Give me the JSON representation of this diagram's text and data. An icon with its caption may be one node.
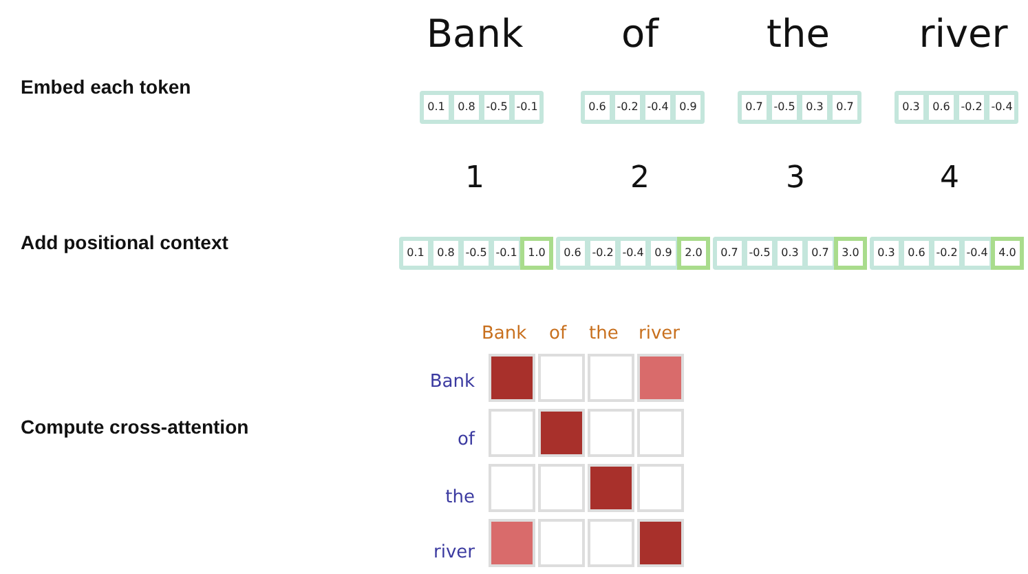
{
  "diagram": {
    "labels": [
      "Bank",
      "of",
      "the",
      "river",
      "Embed each token",
      "0.1",
      "0.8",
      "-0.5",
      "-0.1",
      "0.6",
      "-0.2",
      "-0.4",
      "0.9",
      "0.7",
      "-0.5",
      "0.3",
      "0.7",
      "0.3",
      "0.6",
      "-0.2",
      "-0.4",
      "1",
      "2",
      "3",
      "4",
      "Add positional context",
      "0.1",
      "0.8",
      "-0.5",
      "-0.1",
      "1.0",
      "0.6",
      "-0.2",
      "-0.4",
      "0.9",
      "2.0",
      "0.7",
      "-0.5",
      "0.3",
      "0.7",
      "3.0",
      "0.3",
      "0.6",
      "-0.2",
      "-0.4",
      "4.0",
      "Bank",
      "of",
      "the",
      "river",
      "Bank",
      "Compute cross-attention",
      "of",
      "the",
      "river"
    ]
  }
}
